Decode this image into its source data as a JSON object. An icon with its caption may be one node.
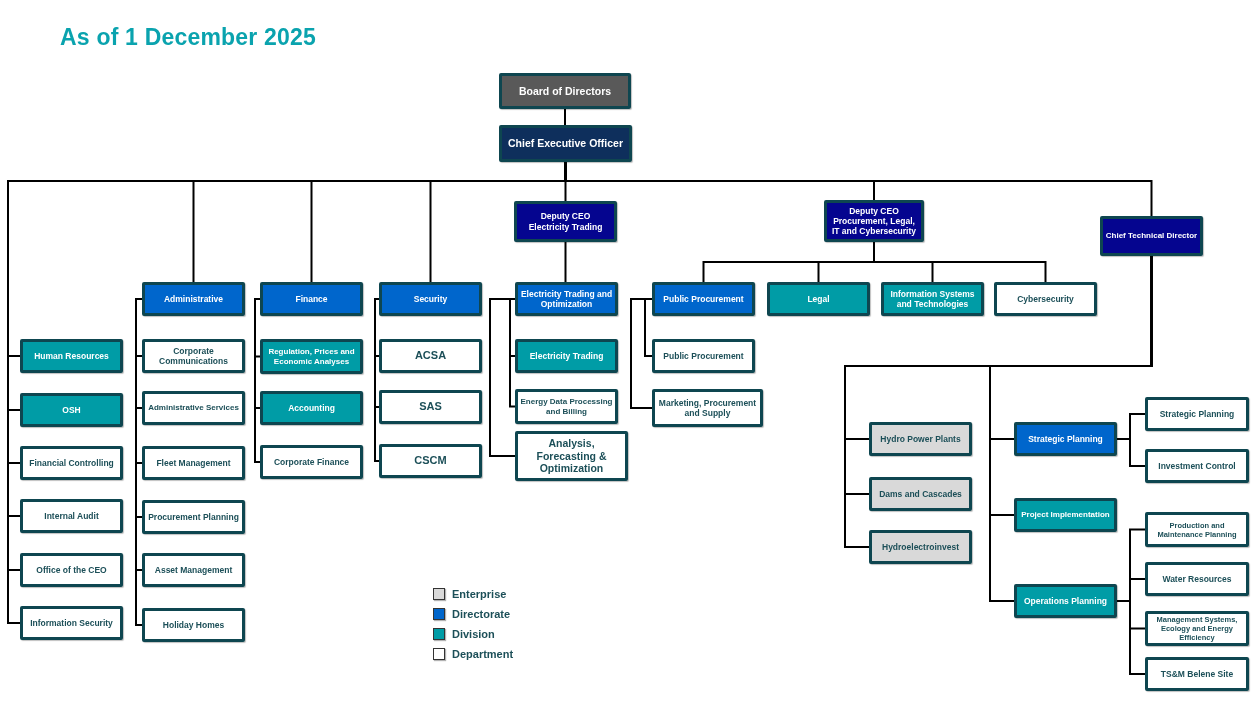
{
  "diagram": {
    "title": "As of 1 December 2025",
    "nodes": [
      {
        "text": [
          "Board of Directors"
        ]
      },
      {
        "text": [
          "Chief Executive Officer"
        ]
      },
      {
        "text": [
          "Deputy CEO",
          "Electricity Trading"
        ]
      },
      {
        "text": [
          "Deputy CEO",
          "Procurement, Legal, IT and Cybersecurity"
        ]
      },
      {
        "text": [
          "Chief Technical Director"
        ]
      },
      {
        "text": [
          "Human Resources"
        ]
      },
      {
        "text": [
          "OSH"
        ]
      },
      {
        "text": [
          "Financial Controlling"
        ]
      },
      {
        "text": [
          "Internal Audit"
        ]
      },
      {
        "text": [
          "Office of the CEO"
        ]
      },
      {
        "text": [
          "Information Security"
        ]
      },
      {
        "text": [
          "Administrative"
        ]
      },
      {
        "text": [
          "Corporate Communications"
        ]
      },
      {
        "text": [
          "Administrative Services"
        ]
      },
      {
        "text": [
          "Fleet Management"
        ]
      },
      {
        "text": [
          "Procurement Planning"
        ]
      },
      {
        "text": [
          "Asset Management"
        ]
      },
      {
        "text": [
          "Holiday Homes"
        ]
      },
      {
        "text": [
          "Finance"
        ]
      },
      {
        "text": [
          "Regulation, Prices and Economic Analyses"
        ]
      },
      {
        "text": [
          "Accounting"
        ]
      },
      {
        "text": [
          "Corporate Finance"
        ]
      },
      {
        "text": [
          "Security"
        ]
      },
      {
        "text": [
          "ACSA"
        ]
      },
      {
        "text": [
          "SAS"
        ]
      },
      {
        "text": [
          "CSCM"
        ]
      },
      {
        "text": [
          "Electricity Trading and Optimization"
        ]
      },
      {
        "text": [
          "Electricity Trading"
        ]
      },
      {
        "text": [
          "Energy Data Processing and Billing"
        ]
      },
      {
        "text": [
          "Analysis, Forecasting & Optimization"
        ]
      },
      {
        "text": [
          "Public Procurement"
        ]
      },
      {
        "text": [
          "Public Procurement"
        ]
      },
      {
        "text": [
          "Marketing, Procurement and Supply"
        ]
      },
      {
        "text": [
          "Legal"
        ]
      },
      {
        "text": [
          "Information Systems and Technologies"
        ]
      },
      {
        "text": [
          "Cybersecurity"
        ]
      },
      {
        "text": [
          "Hydro Power Plants"
        ]
      },
      {
        "text": [
          "Dams and Cascades"
        ]
      },
      {
        "text": [
          "Hydroelectroinvest"
        ]
      },
      {
        "text": [
          "Strategic Planning"
        ]
      },
      {
        "text": [
          "Project Implementation"
        ]
      },
      {
        "text": [
          "Operations Planning"
        ]
      },
      {
        "text": [
          "Strategic Planning"
        ]
      },
      {
        "text": [
          "Investment Control"
        ]
      },
      {
        "text": [
          "Production and Maintenance Planning"
        ]
      },
      {
        "text": [
          "Water Resources"
        ]
      },
      {
        "text": [
          "Management Systems, Ecology and Energy Efficiency"
        ]
      },
      {
        "text": [
          "TS&M Belene Site"
        ]
      }
    ],
    "edges": [
      {
        "from": 0,
        "to": 1,
        "arrow": "none"
      },
      {
        "from": 1,
        "to": 2,
        "arrow": "none"
      },
      {
        "from": 1,
        "to": 3,
        "arrow": "none"
      },
      {
        "from": 1,
        "to": 4,
        "arrow": "none"
      },
      {
        "from": 1,
        "to": 5,
        "arrow": "none"
      },
      {
        "from": 1,
        "to": 6,
        "arrow": "none"
      },
      {
        "from": 1,
        "to": 7,
        "arrow": "none"
      },
      {
        "from": 1,
        "to": 8,
        "arrow": "none"
      },
      {
        "from": 1,
        "to": 9,
        "arrow": "none"
      },
      {
        "from": 1,
        "to": 10,
        "arrow": "none"
      },
      {
        "from": 1,
        "to": 11,
        "arrow": "none"
      },
      {
        "from": 1,
        "to": 18,
        "arrow": "none"
      },
      {
        "from": 1,
        "to": 22,
        "arrow": "none"
      },
      {
        "from": 11,
        "to": 12,
        "arrow": "none"
      },
      {
        "from": 11,
        "to": 13,
        "arrow": "none"
      },
      {
        "from": 11,
        "to": 14,
        "arrow": "none"
      },
      {
        "from": 11,
        "to": 15,
        "arrow": "none"
      },
      {
        "from": 11,
        "to": 16,
        "arrow": "none"
      },
      {
        "from": 11,
        "to": 17,
        "arrow": "none"
      },
      {
        "from": 18,
        "to": 19,
        "arrow": "none"
      },
      {
        "from": 18,
        "to": 20,
        "arrow": "none"
      },
      {
        "from": 18,
        "to": 21,
        "arrow": "none"
      },
      {
        "from": 22,
        "to": 23,
        "arrow": "none"
      },
      {
        "from": 22,
        "to": 24,
        "arrow": "none"
      },
      {
        "from": 22,
        "to": 25,
        "arrow": "none"
      },
      {
        "from": 2,
        "to": 26,
        "arrow": "none"
      },
      {
        "from": 26,
        "to": 27,
        "arrow": "none"
      },
      {
        "from": 26,
        "to": 28,
        "arrow": "none"
      },
      {
        "from": 26,
        "to": 29,
        "arrow": "none"
      },
      {
        "from": 3,
        "to": 30,
        "arrow": "none"
      },
      {
        "from": 3,
        "to": 33,
        "arrow": "none"
      },
      {
        "from": 3,
        "to": 34,
        "arrow": "none"
      },
      {
        "from": 3,
        "to": 35,
        "arrow": "none"
      },
      {
        "from": 30,
        "to": 31,
        "arrow": "none"
      },
      {
        "from": 30,
        "to": 32,
        "arrow": "none"
      },
      {
        "from": 4,
        "to": 36,
        "arrow": "none"
      },
      {
        "from": 4,
        "to": 37,
        "arrow": "none"
      },
      {
        "from": 4,
        "to": 38,
        "arrow": "none"
      },
      {
        "from": 4,
        "to": 39,
        "arrow": "none"
      },
      {
        "from": 4,
        "to": 40,
        "arrow": "none"
      },
      {
        "from": 4,
        "to": 41,
        "arrow": "none"
      },
      {
        "from": 39,
        "to": 42,
        "arrow": "none"
      },
      {
        "from": 39,
        "to": 43,
        "arrow": "none"
      },
      {
        "from": 41,
        "to": 44,
        "arrow": "none"
      },
      {
        "from": 41,
        "to": 45,
        "arrow": "none"
      },
      {
        "from": 41,
        "to": 46,
        "arrow": "none"
      },
      {
        "from": 41,
        "to": 47,
        "arrow": "none"
      }
    ],
    "legend": [
      {
        "text": "Enterprise",
        "color": "#d9d9d9"
      },
      {
        "text": "Directorate",
        "color": "#0066cc"
      },
      {
        "text": "Division",
        "color": "#009ca6"
      },
      {
        "text": "Department",
        "color": "#ffffff"
      }
    ]
  }
}
